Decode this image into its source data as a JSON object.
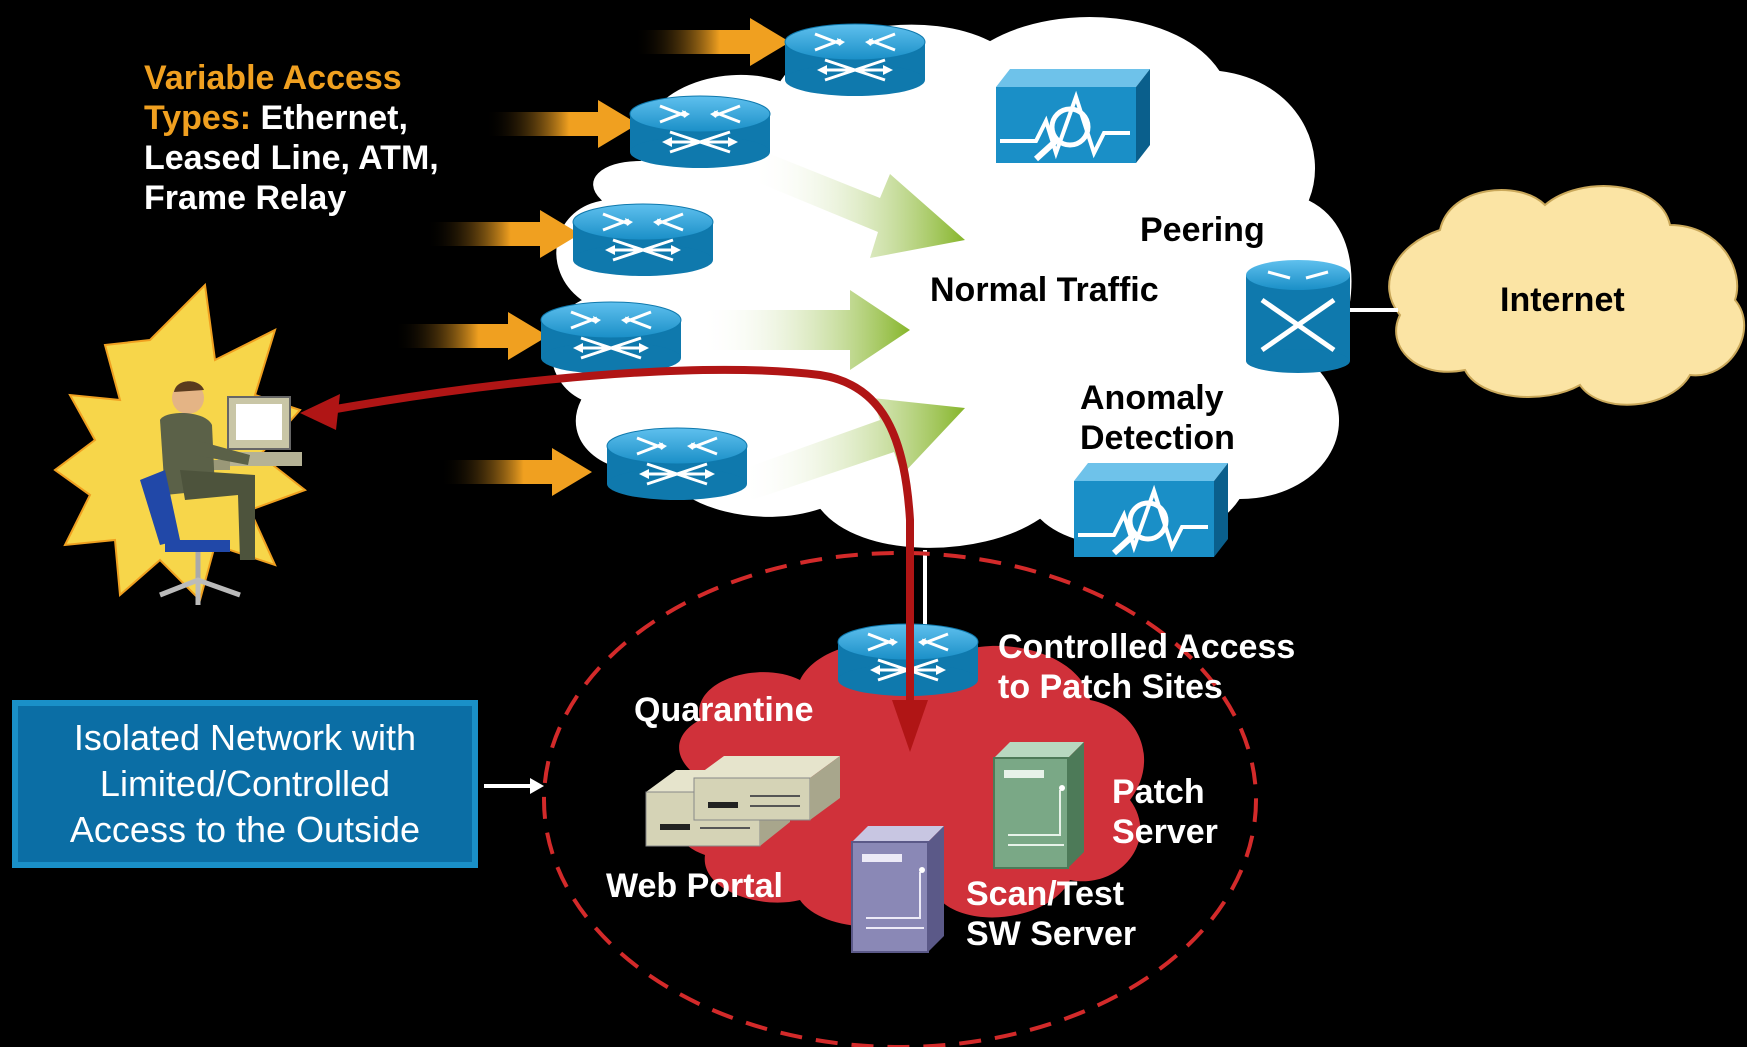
{
  "labels": {
    "access_types_title": "Variable Access",
    "access_types_prefix": "Types:",
    "access_types_1": "Ethernet,",
    "access_types_2": "Leased Line, ATM,",
    "access_types_3": "Frame Relay",
    "peering": "Peering",
    "normal_traffic": "Normal Traffic",
    "internet": "Internet",
    "anomaly_1": "Anomaly",
    "anomaly_2": "Detection",
    "controlled_1": "Controlled Access",
    "controlled_2": "to Patch Sites",
    "quarantine": "Quarantine",
    "patch_1": "Patch",
    "patch_2": "Server",
    "web_portal": "Web Portal",
    "scan_1": "Scan/Test",
    "scan_2": "SW Server"
  },
  "isolated_box": {
    "line1": "Isolated Network with",
    "line2": "Limited/Controlled",
    "line3": "Access to the Outside"
  },
  "colors": {
    "background": "#000000",
    "access_arrow": "#f0a020",
    "traffic_arrow": "#8dbb2c",
    "quarantine_cloud": "#d0313a",
    "redirect_arrow": "#b01515",
    "router": "#1a8fc7",
    "internet_cloud": "#fbe4a4",
    "isolated_box": "#0b6ea5"
  },
  "icons": [
    "router-icon",
    "ids-sensor-icon",
    "user-workstation-icon",
    "server-icon",
    "web-portal-icon"
  ]
}
